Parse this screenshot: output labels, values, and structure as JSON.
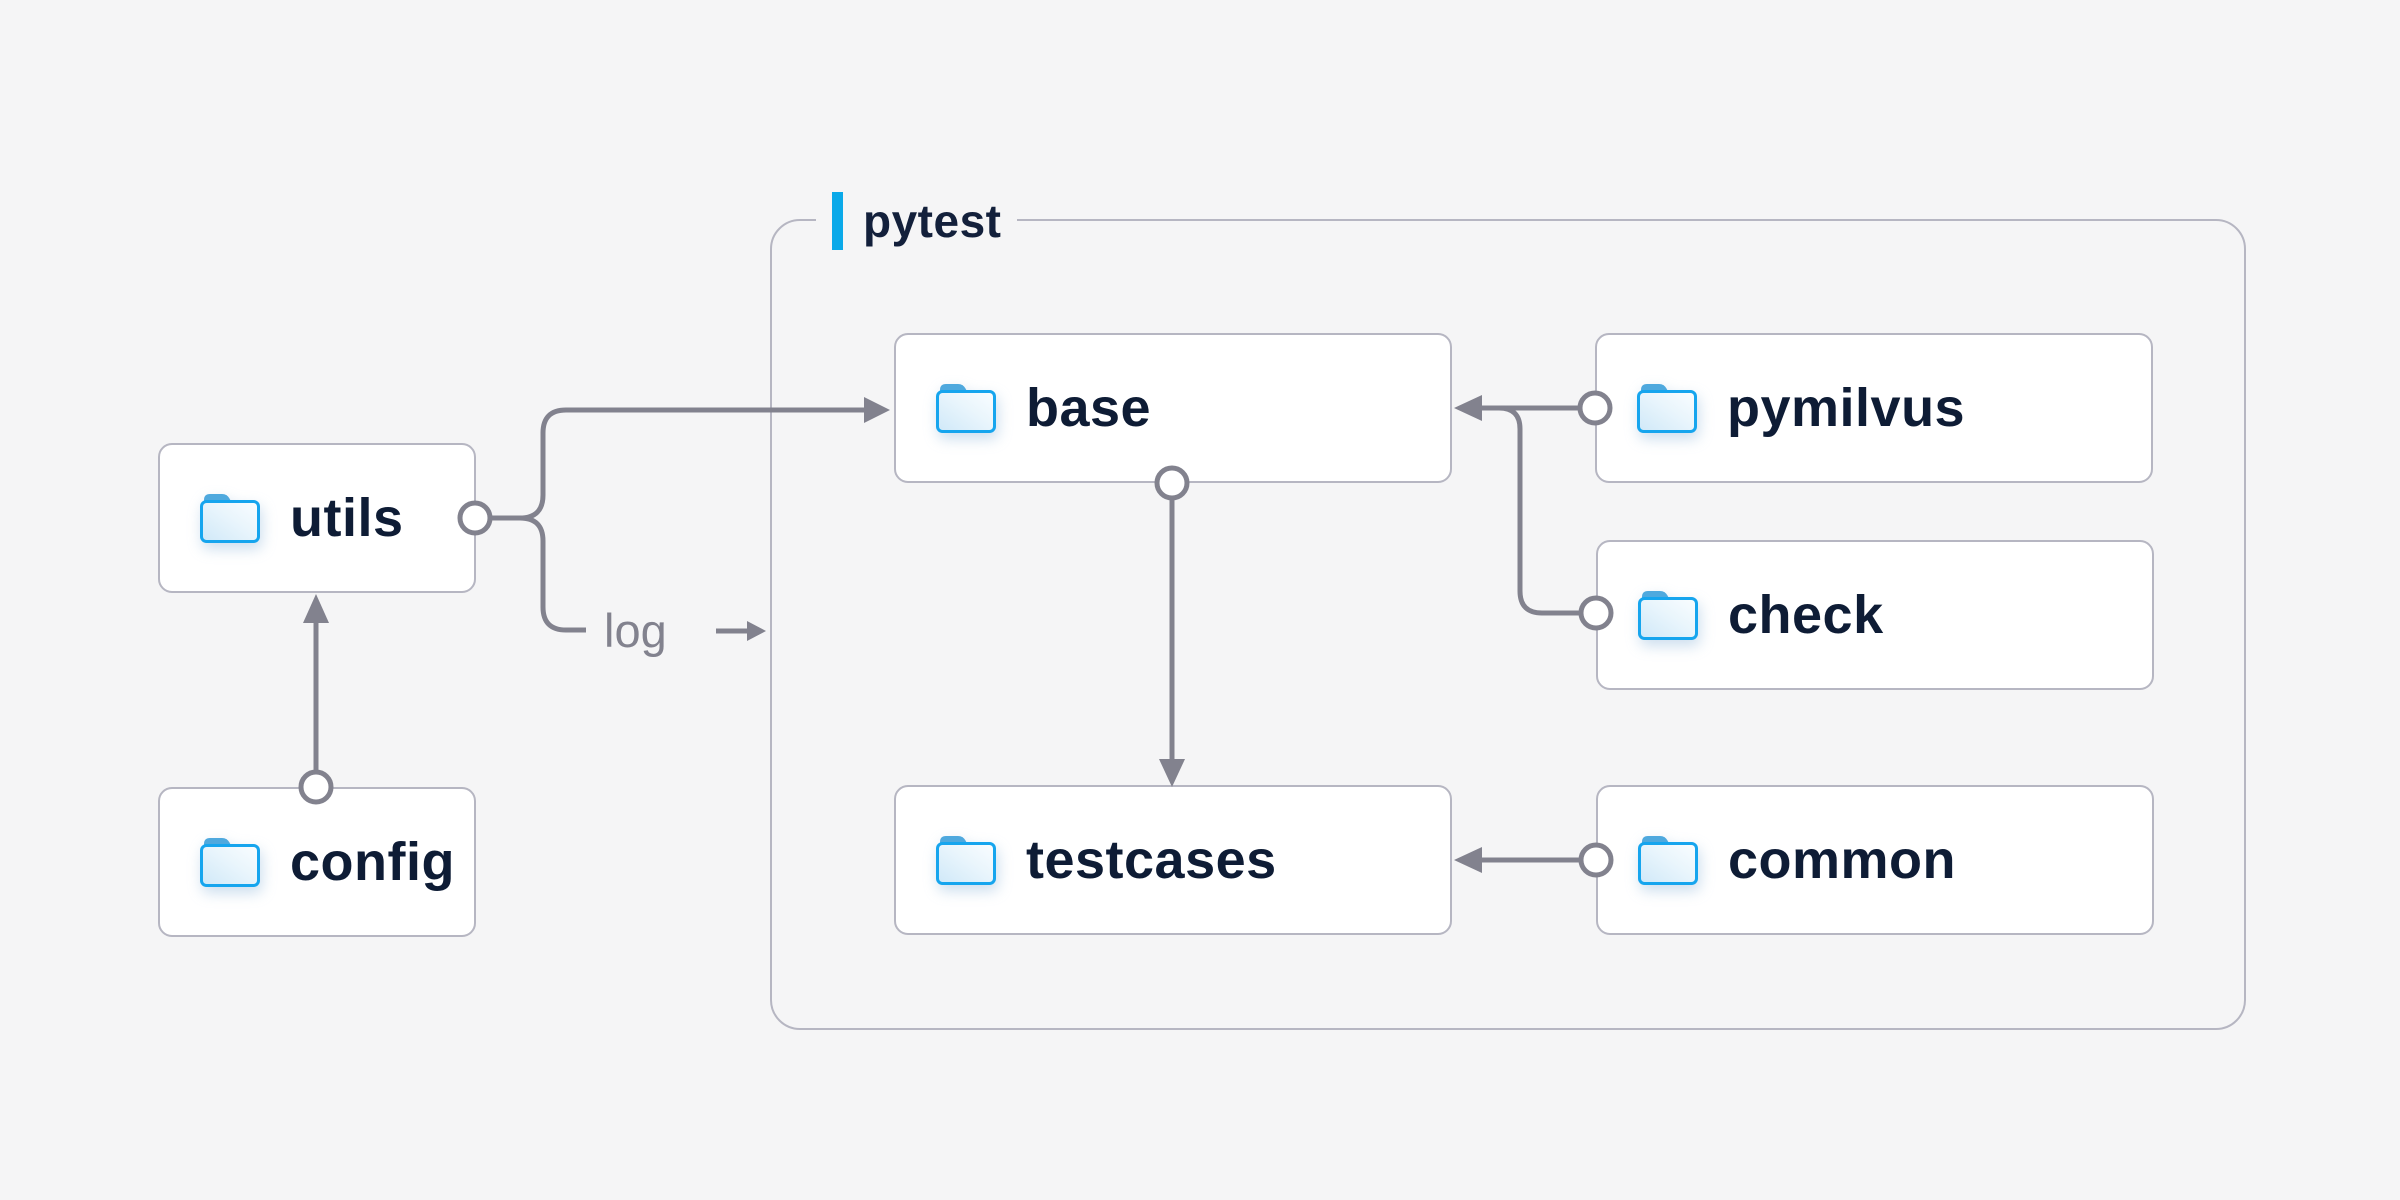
{
  "canvas": {
    "background": "#f5f5f6"
  },
  "group": {
    "label": "pytest"
  },
  "nodes": {
    "utils": {
      "label": "utils"
    },
    "config": {
      "label": "config"
    },
    "base": {
      "label": "base"
    },
    "pymilvus": {
      "label": "pymilvus"
    },
    "check": {
      "label": "check"
    },
    "testcases": {
      "label": "testcases"
    },
    "common": {
      "label": "common"
    }
  },
  "edge_label": {
    "text": "log"
  },
  "edges": [
    {
      "from": "config",
      "to": "utils"
    },
    {
      "from": "utils",
      "to": "base"
    },
    {
      "from": "utils",
      "to": "log",
      "label": "log"
    },
    {
      "from": "pymilvus",
      "to": "base"
    },
    {
      "from": "check",
      "to": "base"
    },
    {
      "from": "base",
      "to": "testcases"
    },
    {
      "from": "common",
      "to": "testcases"
    }
  ],
  "colors": {
    "connector": "#82828e",
    "node_border": "#b6b6c2",
    "node_fill": "#ffffff",
    "label_text": "#0e1c35",
    "edge_label_text": "#82828e",
    "accent_blue": "#0aa9e9",
    "folder_outline": "#16a5ee",
    "folder_tab": "#4fa9de"
  }
}
